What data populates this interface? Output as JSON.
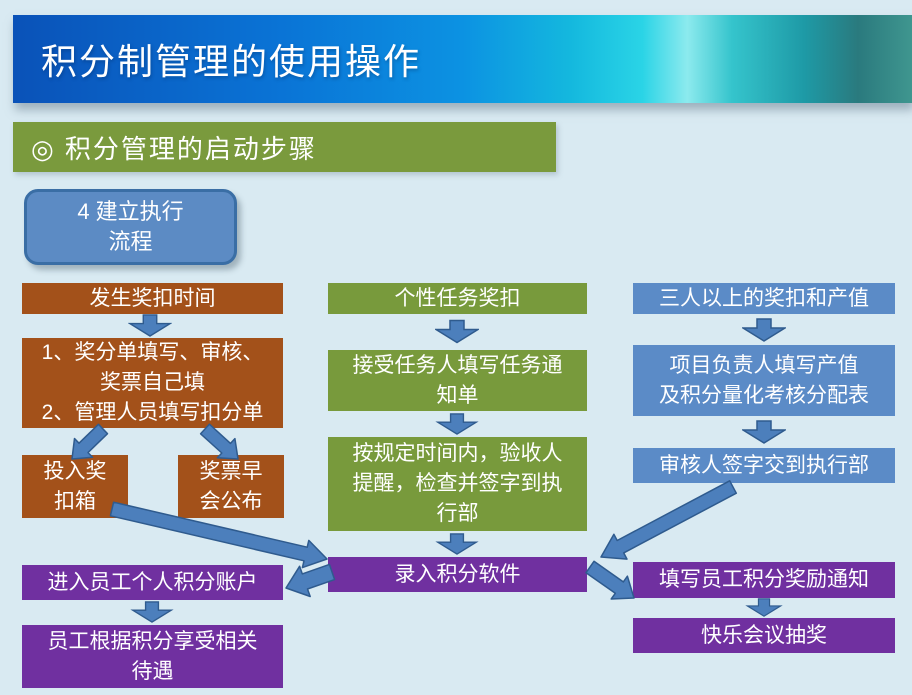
{
  "header": {
    "title": "积分制管理的使用操作",
    "section_title": "◎ 积分管理的启动步骤",
    "step_badge": "4 建立执行\n流程"
  },
  "flow": {
    "left": {
      "box1": "发生奖扣时间",
      "box2": "1、奖分单填写、审核、\n奖票自己填\n2、管理人员填写扣分单",
      "box3": "投入奖\n扣箱",
      "box4": "奖票早\n会公布",
      "box5": "进入员工个人积分账户",
      "box6": "员工根据积分享受相关\n待遇"
    },
    "middle": {
      "box1": "个性任务奖扣",
      "box2": "接受任务人填写任务通\n知单",
      "box3": "按规定时间内，验收人\n提醒，检查并签字到执\n行部",
      "box4": "录入积分软件"
    },
    "right": {
      "box1": "三人以上的奖扣和产值",
      "box2": "项目负责人填写产值\n及积分量化考核分配表",
      "box3": "审核人签字交到执行部",
      "box4": "填写员工积分奖励通知",
      "box5": "快乐会议抽奖"
    }
  },
  "colors": {
    "background": "#D9EAF2",
    "section_green": "#7A9A3D",
    "box_brown": "#A3511A",
    "box_green": "#789A3C",
    "box_blue": "#5B8BC7",
    "box_purple": "#7030A0",
    "step_fill": "#5C8BC4",
    "step_border": "#3A6EA5",
    "arrow_fill": "#4C7FBC",
    "arrow_stroke": "#2F5B8E"
  }
}
